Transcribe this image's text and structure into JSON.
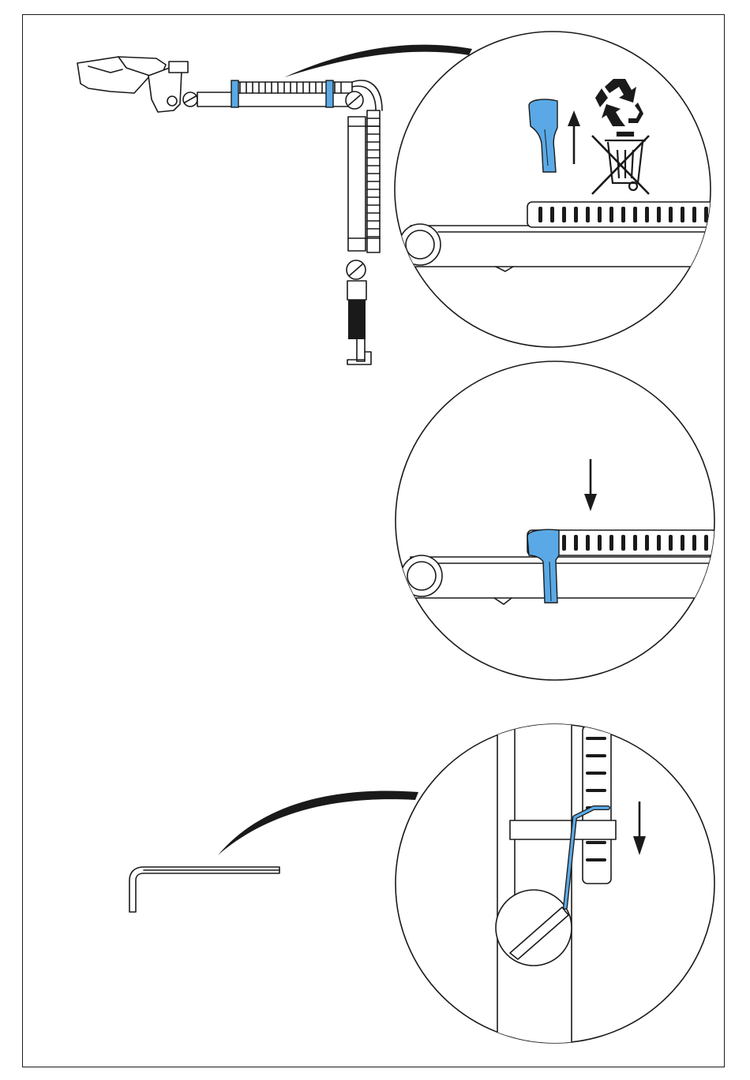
{
  "document": {
    "figure_count": 3
  },
  "colors": {
    "line": "#1a1a1a",
    "clip_highlight": "#5aa9e6",
    "background": "#ffffff"
  },
  "icons": {
    "recycle": "recycle-icon",
    "weee": "crossed-out-wheelie-bin-icon",
    "arrow_up": "arrow-up-icon",
    "arrow_down": "arrow-down-icon",
    "hex_key": "hex-key-icon"
  },
  "steps": [
    {
      "name": "remove-hose-clips",
      "direction": "up"
    },
    {
      "name": "attach-hose-clip",
      "direction": "down"
    },
    {
      "name": "tighten-clip-with-hex-key",
      "direction": "down"
    }
  ]
}
